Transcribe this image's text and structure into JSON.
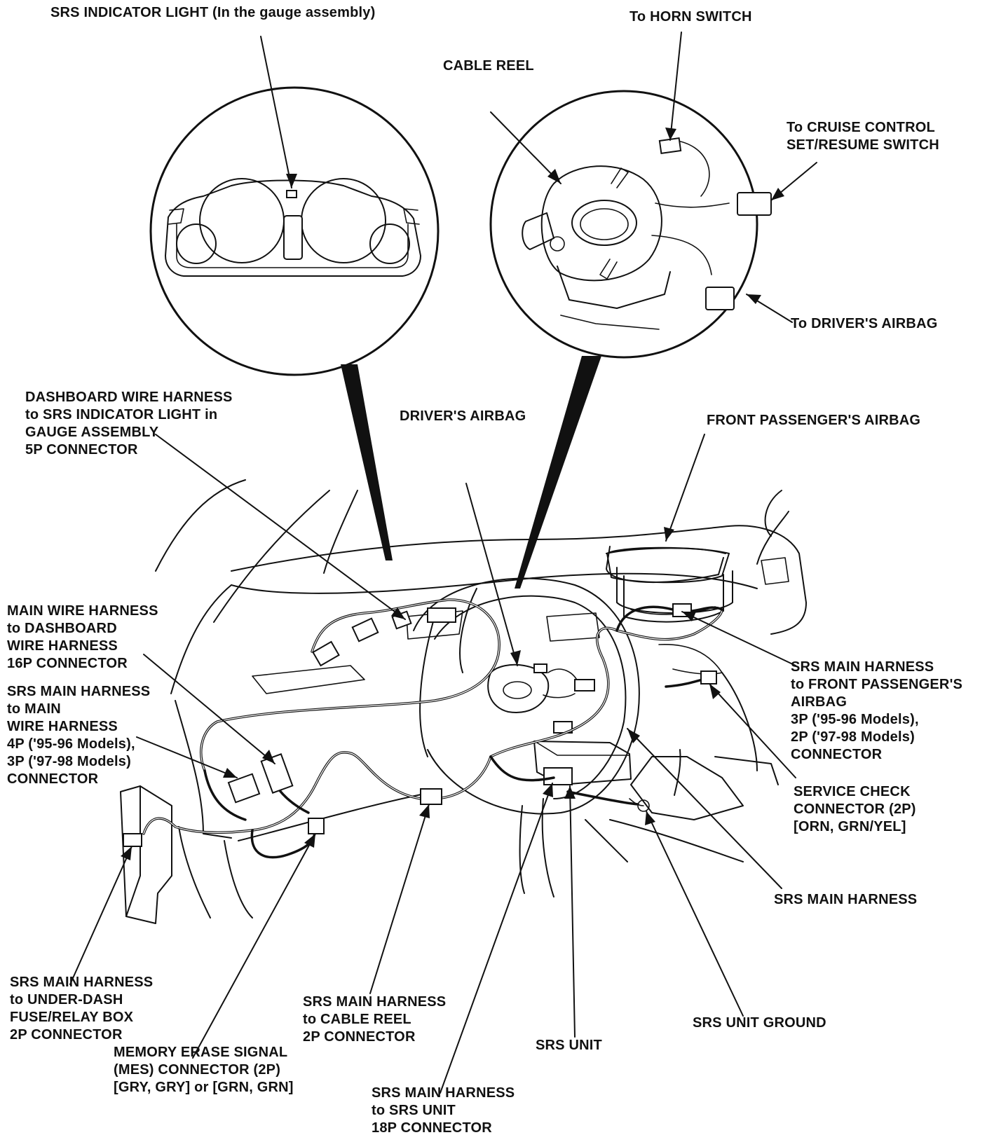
{
  "labels": {
    "srs_indicator": "SRS INDICATOR LIGHT (In the gauge assembly)",
    "horn_switch": "To HORN SWITCH",
    "cable_reel": "CABLE REEL",
    "cruise_control": [
      "To CRUISE CONTROL",
      "SET/RESUME SWITCH"
    ],
    "drivers_airbag_top": "To DRIVER'S AIRBAG",
    "dashboard_harness": [
      "DASHBOARD WIRE HARNESS",
      "to SRS INDICATOR LIGHT in",
      "GAUGE ASSEMBLY",
      "5P CONNECTOR"
    ],
    "drivers_airbag": "DRIVER'S AIRBAG",
    "front_passenger_airbag": "FRONT PASSENGER'S AIRBAG",
    "main_to_dashboard": [
      "MAIN WIRE HARNESS",
      "to DASHBOARD",
      "WIRE HARNESS",
      "16P CONNECTOR"
    ],
    "srs_main_to_main": [
      "SRS MAIN HARNESS",
      "to MAIN",
      "WIRE HARNESS",
      "4P ('95-96 Models),",
      "3P ('97-98 Models)",
      "CONNECTOR"
    ],
    "srs_main_to_passenger": [
      "SRS MAIN HARNESS",
      "to FRONT PASSENGER'S",
      "AIRBAG",
      "3P ('95-96 Models),",
      "2P ('97-98 Models)",
      "CONNECTOR"
    ],
    "service_check": [
      "SERVICE CHECK",
      "CONNECTOR (2P)",
      "[ORN, GRN/YEL]"
    ],
    "srs_main_harness": "SRS MAIN HARNESS",
    "srs_main_to_fuse": [
      "SRS MAIN HARNESS",
      "to UNDER-DASH",
      "FUSE/RELAY BOX",
      "2P CONNECTOR"
    ],
    "memory_erase": [
      "MEMORY ERASE SIGNAL",
      "(MES) CONNECTOR (2P)",
      "[GRY, GRY] or [GRN, GRN]"
    ],
    "srs_main_to_cable_reel": [
      "SRS MAIN HARNESS",
      "to CABLE REEL",
      "2P CONNECTOR"
    ],
    "srs_unit": "SRS UNIT",
    "srs_unit_ground": "SRS UNIT GROUND",
    "srs_main_to_unit": [
      "SRS MAIN HARNESS",
      "to SRS UNIT",
      "18P CONNECTOR"
    ]
  },
  "icons": [
    "gauge-cluster-icon",
    "cable-reel-icon",
    "dashboard-icon",
    "steering-wheel-icon",
    "srs-unit-icon",
    "fuse-relay-box-icon"
  ]
}
